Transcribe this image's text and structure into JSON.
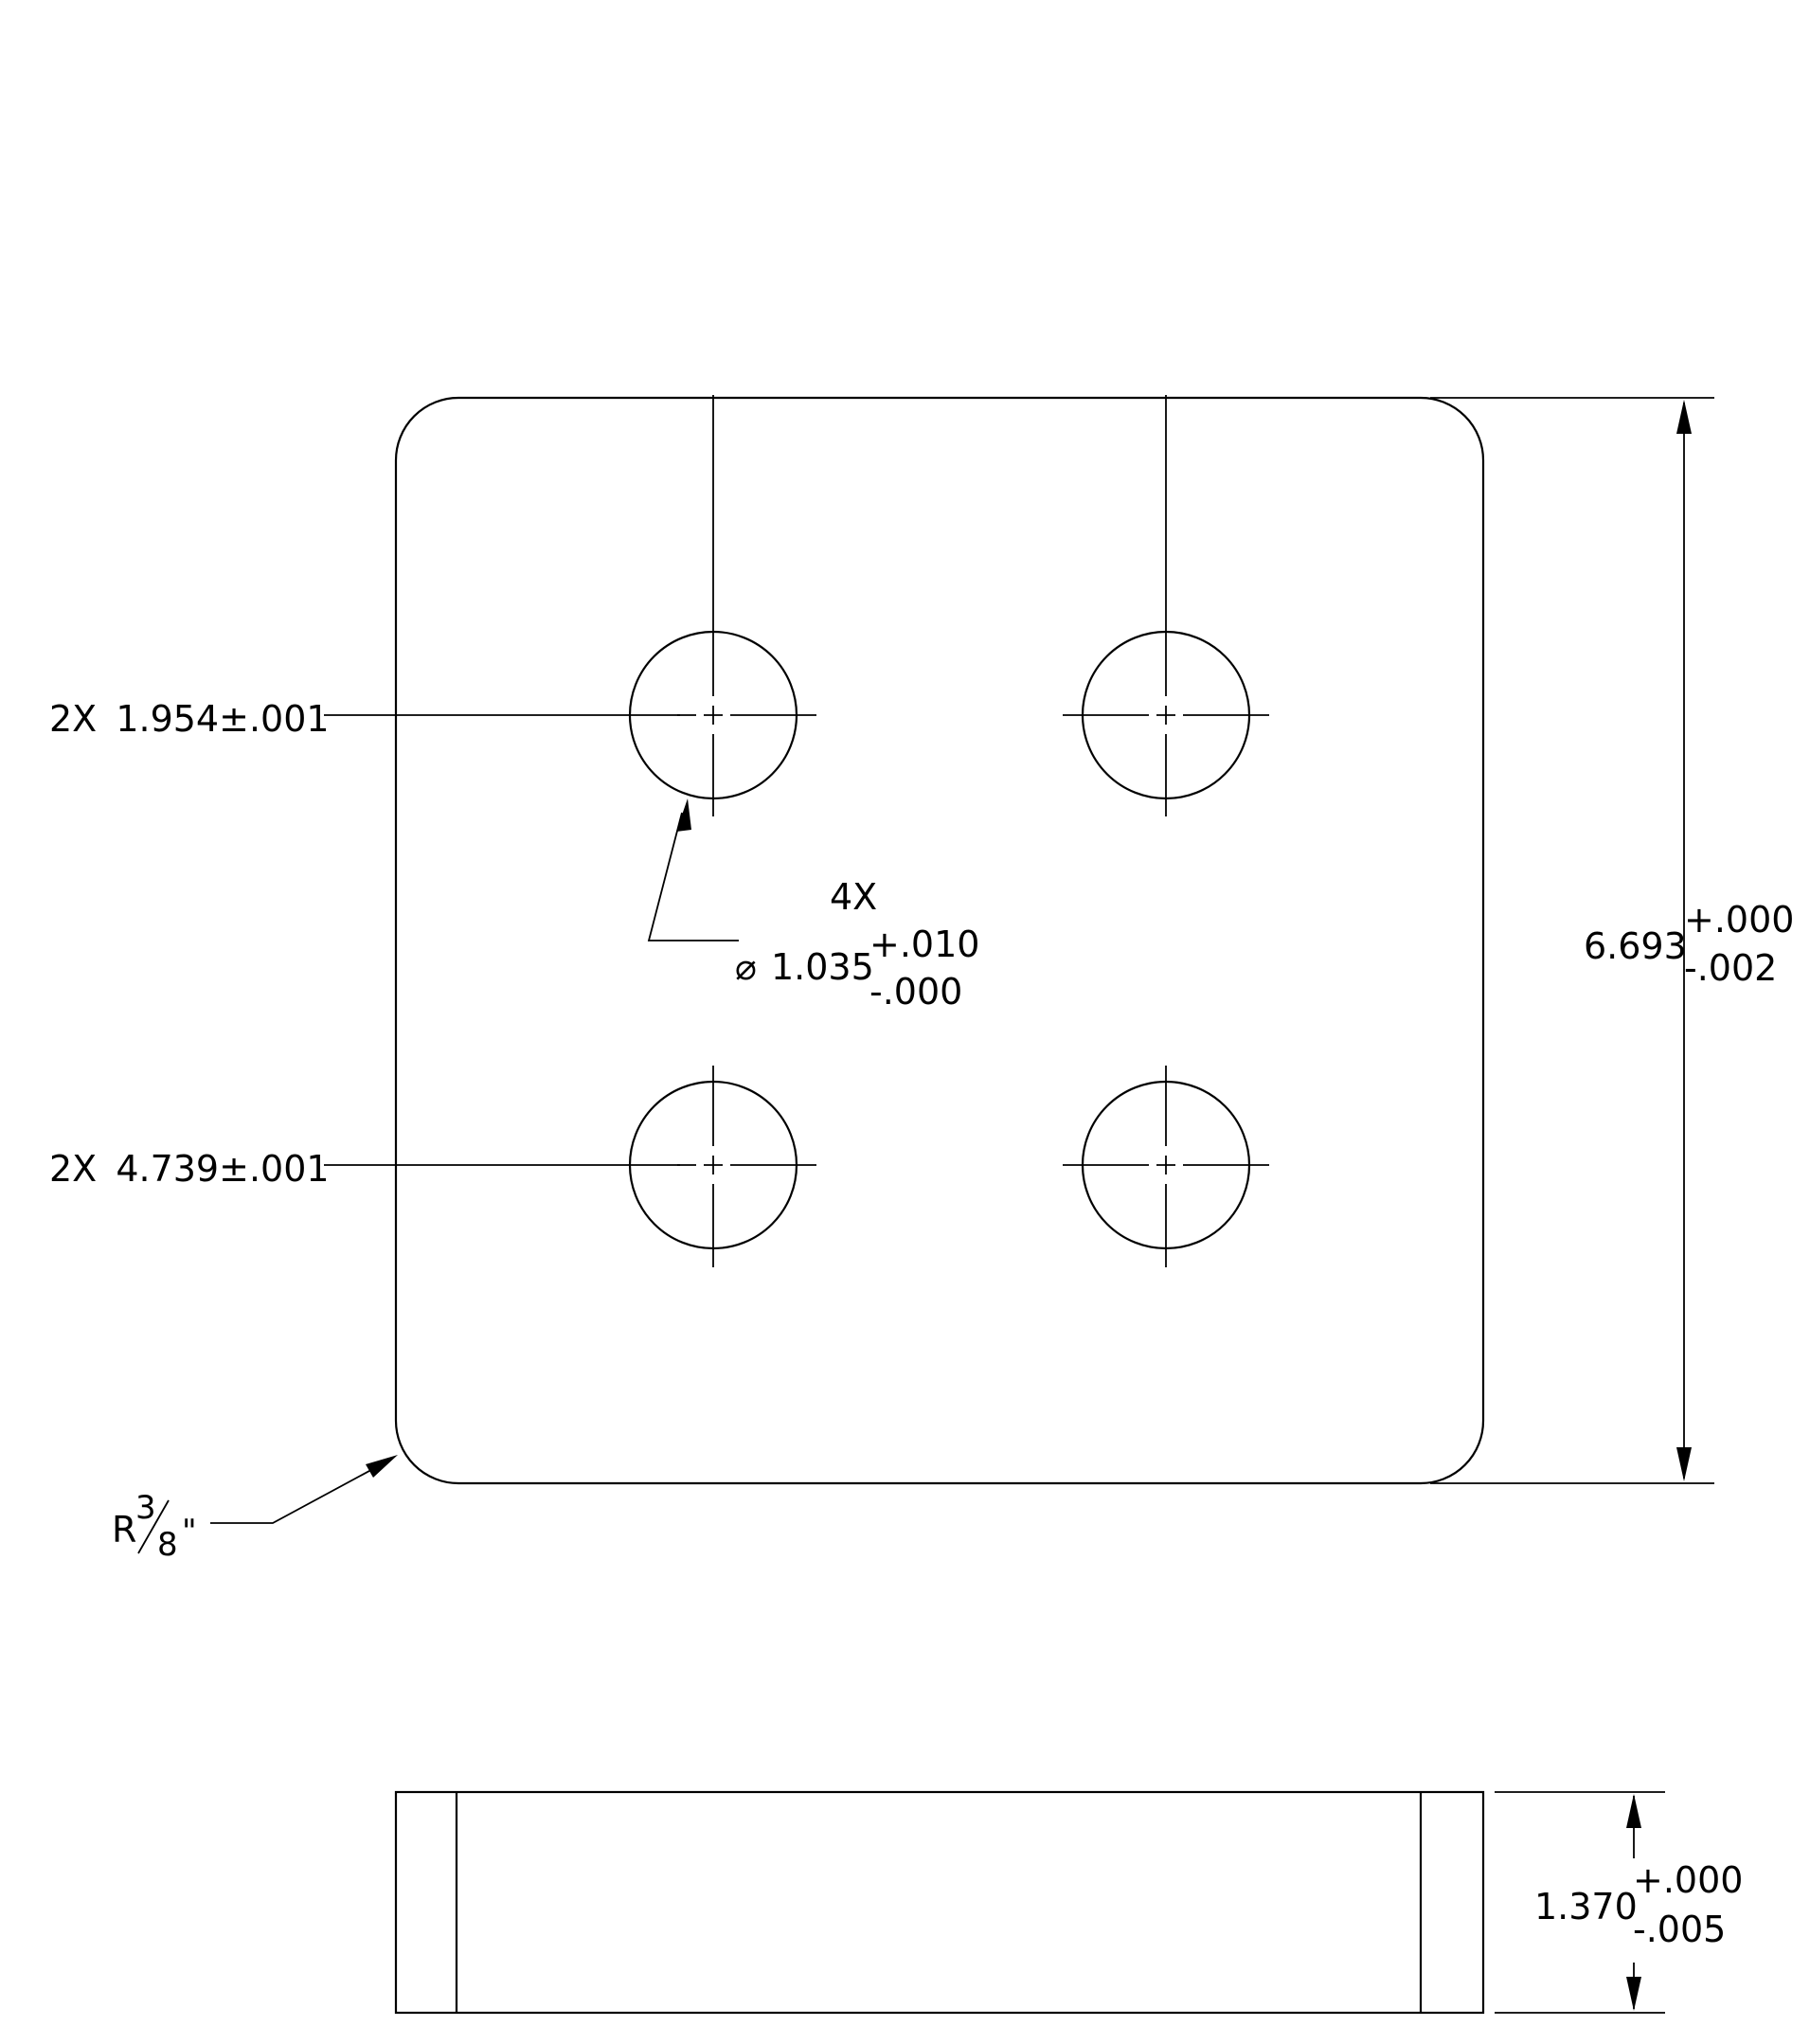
{
  "views": {
    "top_view": {
      "hole_pattern_count": "2X",
      "hole_row1_offset": "1.954±.001",
      "hole_row2_offset": "4.739±.001",
      "hole_callout": {
        "count": "4X",
        "diameter_symbol": "⌀",
        "diameter": "1.035",
        "tol_plus": "+.010",
        "tol_minus": "-.000"
      },
      "height": {
        "value": "6.693",
        "tol_plus": "+.000",
        "tol_minus": "-.002"
      },
      "corner_radius": {
        "prefix": "R",
        "numerator": "3",
        "denominator": "8",
        "unit": "\""
      }
    },
    "side_view": {
      "thickness": {
        "value": "1.370",
        "tol_plus": "+.000",
        "tol_minus": "-.005"
      }
    }
  }
}
